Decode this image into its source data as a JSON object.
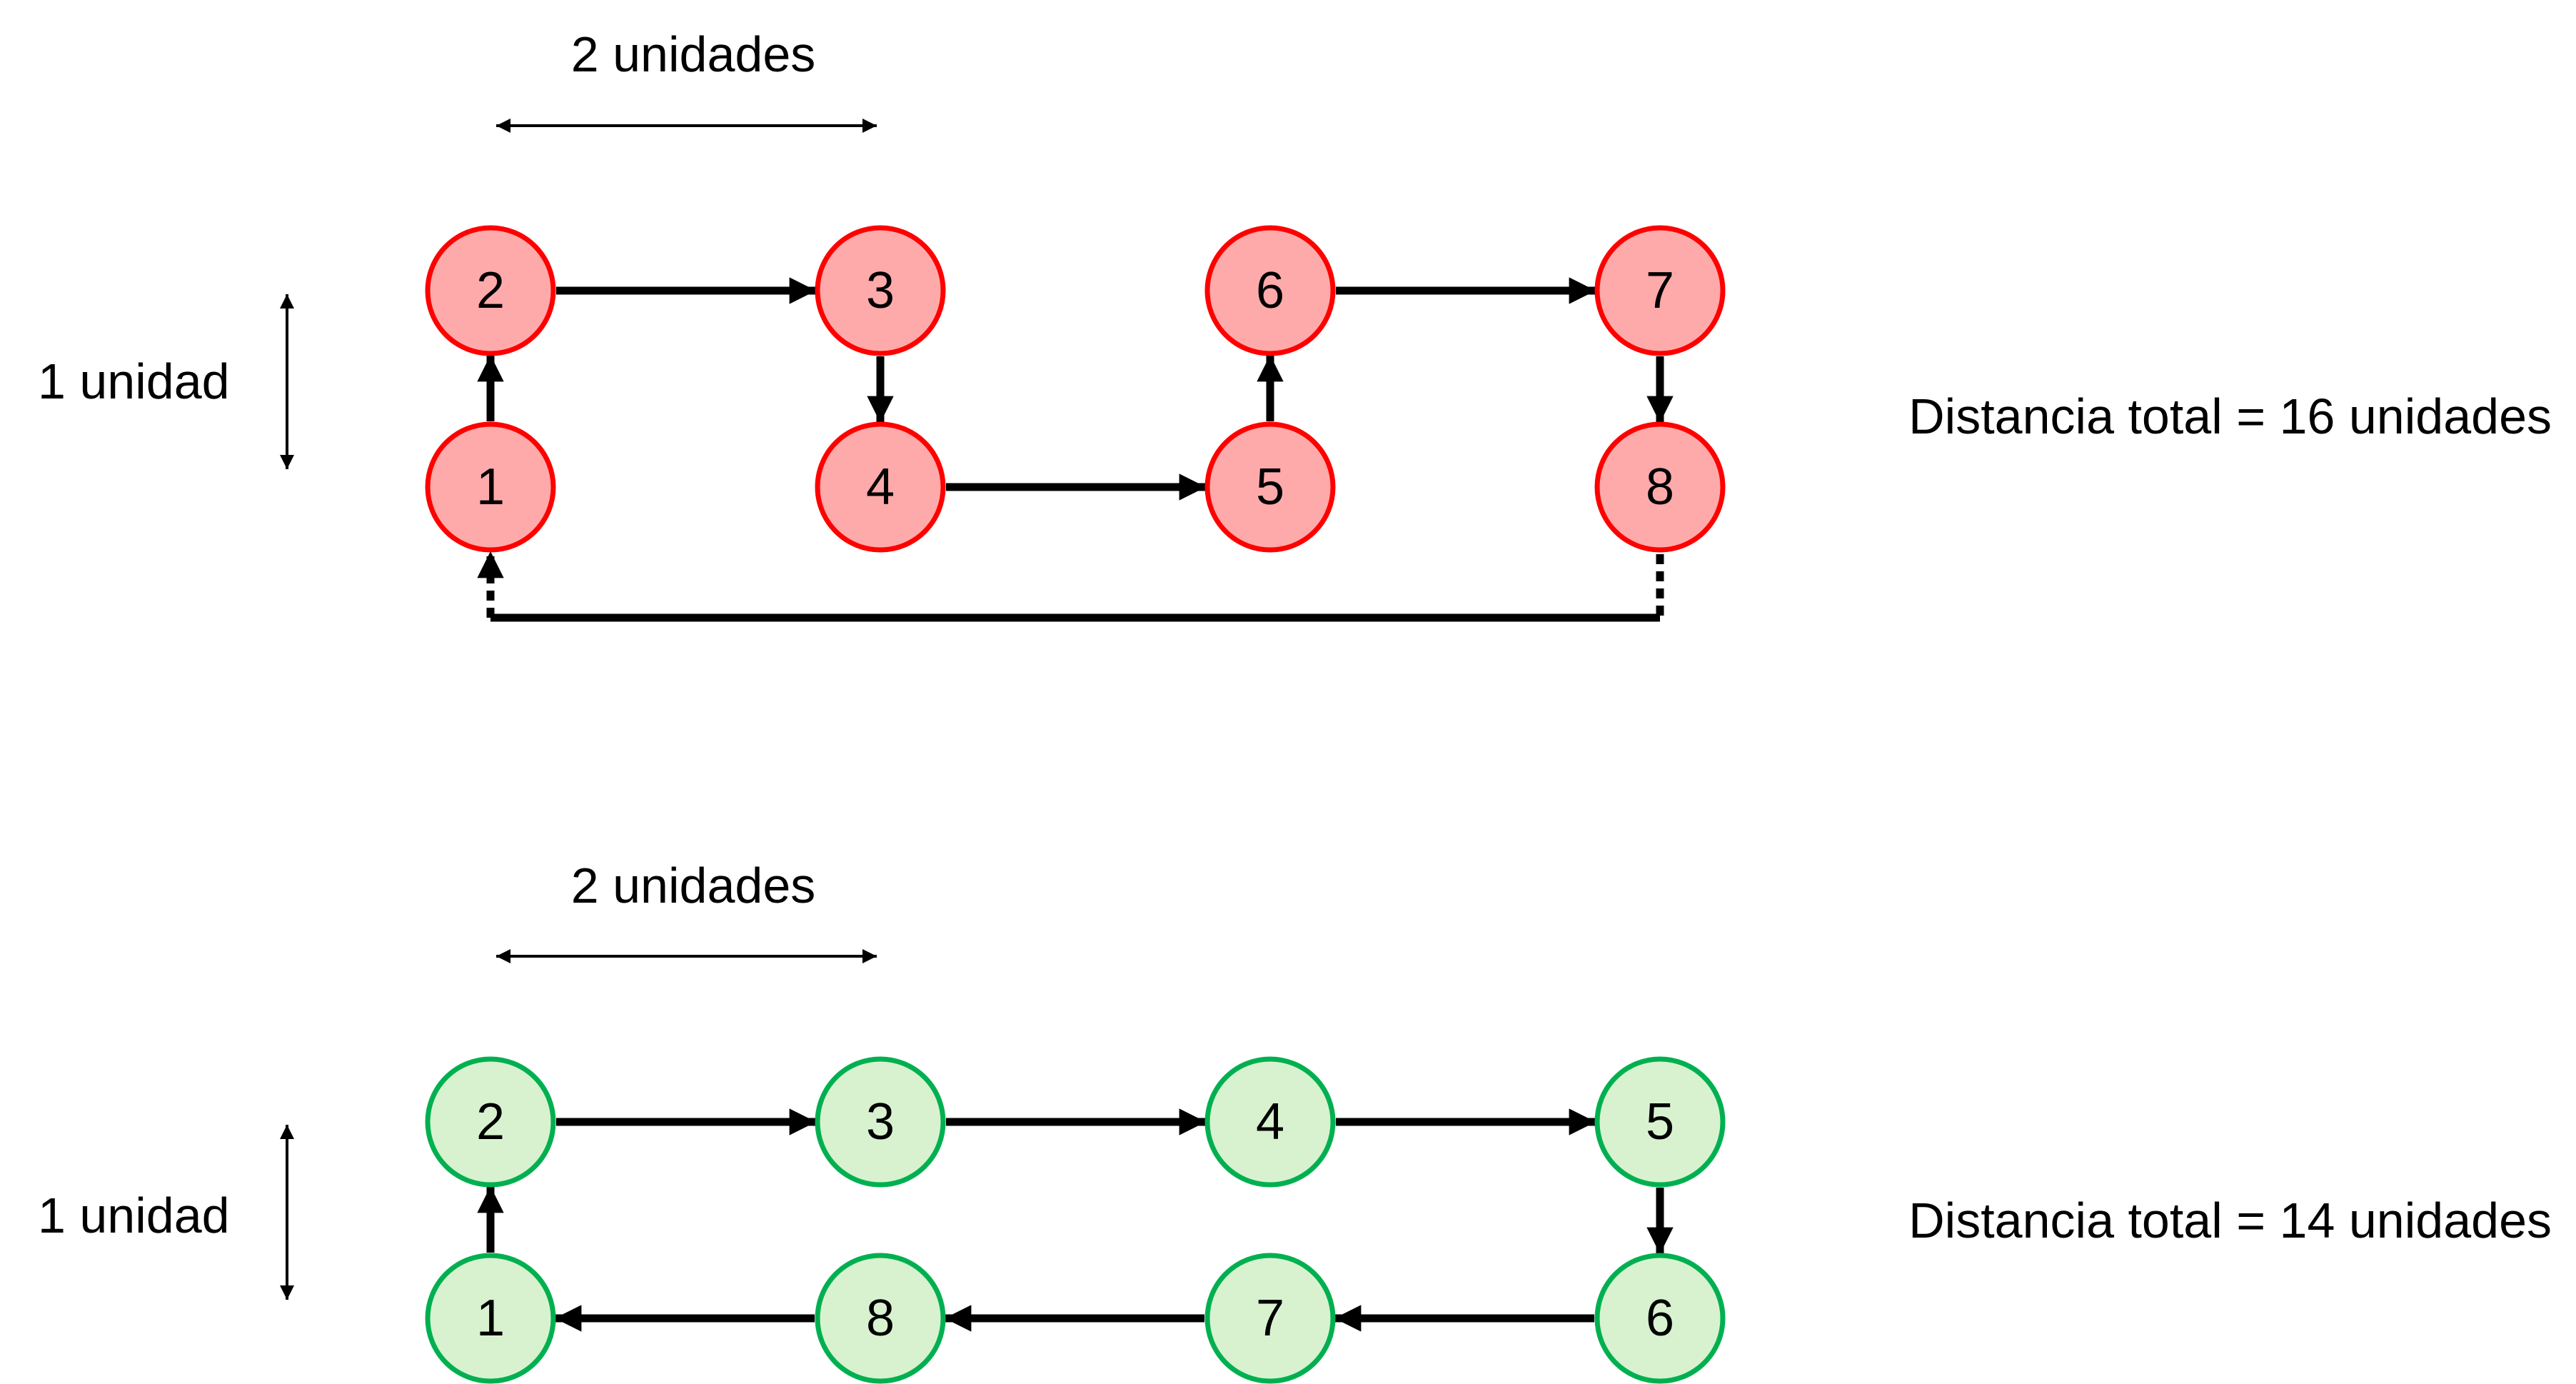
{
  "colors": {
    "bad_fill": "#FFAAAA",
    "bad_stroke": "#FF0000",
    "bad_text": "#FF0000",
    "good_fill": "#D8F2D0",
    "good_stroke": "#00B050",
    "good_text": "#00B050"
  },
  "panels": [
    {
      "id": "top",
      "scale_h_label": "2 unidades",
      "scale_v_label": "1 unidad",
      "total_label": "Distancia total = 16 unidades",
      "theme": "bad",
      "nodes": [
        {
          "label": "1",
          "col": 0,
          "row": 1
        },
        {
          "label": "2",
          "col": 0,
          "row": 0
        },
        {
          "label": "3",
          "col": 1,
          "row": 0
        },
        {
          "label": "4",
          "col": 1,
          "row": 1
        },
        {
          "label": "5",
          "col": 2,
          "row": 1
        },
        {
          "label": "6",
          "col": 2,
          "row": 0
        },
        {
          "label": "7",
          "col": 3,
          "row": 0
        },
        {
          "label": "8",
          "col": 3,
          "row": 1
        }
      ],
      "edges": [
        [
          "1",
          "2"
        ],
        [
          "2",
          "3"
        ],
        [
          "3",
          "4"
        ],
        [
          "4",
          "5"
        ],
        [
          "5",
          "6"
        ],
        [
          "6",
          "7"
        ],
        [
          "7",
          "8"
        ]
      ],
      "return_edge": [
        "8",
        "1"
      ]
    },
    {
      "id": "bottom",
      "scale_h_label": "2 unidades",
      "scale_v_label": "1 unidad",
      "total_label": "Distancia total = 14 unidades",
      "theme": "good",
      "nodes": [
        {
          "label": "1",
          "col": 0,
          "row": 1
        },
        {
          "label": "2",
          "col": 0,
          "row": 0
        },
        {
          "label": "3",
          "col": 1,
          "row": 0
        },
        {
          "label": "4",
          "col": 2,
          "row": 0
        },
        {
          "label": "5",
          "col": 3,
          "row": 0
        },
        {
          "label": "6",
          "col": 3,
          "row": 1
        },
        {
          "label": "7",
          "col": 2,
          "row": 1
        },
        {
          "label": "8",
          "col": 1,
          "row": 1
        }
      ],
      "edges": [
        [
          "1",
          "2"
        ],
        [
          "2",
          "3"
        ],
        [
          "3",
          "4"
        ],
        [
          "4",
          "5"
        ],
        [
          "5",
          "6"
        ],
        [
          "6",
          "7"
        ],
        [
          "7",
          "8"
        ],
        [
          "8",
          "1"
        ]
      ]
    }
  ]
}
